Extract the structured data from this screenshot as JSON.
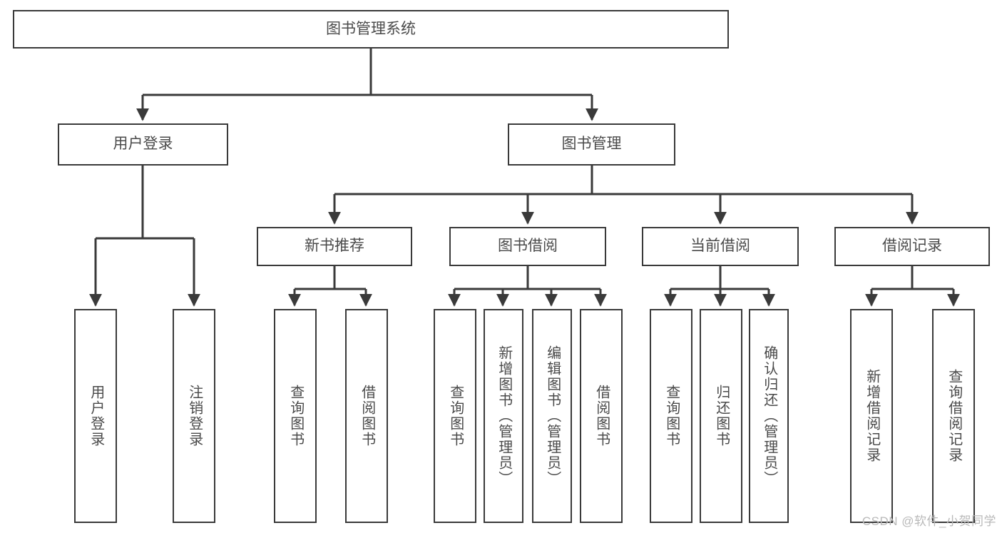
{
  "diagram": {
    "title": "图书管理系统",
    "type": "功能结构图",
    "root": {
      "id": "root",
      "label": "图书管理系统"
    },
    "level1": [
      {
        "id": "user-login",
        "label": "用户登录"
      },
      {
        "id": "book-manage",
        "label": "图书管理"
      }
    ],
    "level2": [
      {
        "id": "new-book-recommend",
        "label": "新书推荐",
        "parent": "book-manage"
      },
      {
        "id": "book-borrow",
        "label": "图书借阅",
        "parent": "book-manage"
      },
      {
        "id": "current-borrow",
        "label": "当前借阅",
        "parent": "book-manage"
      },
      {
        "id": "borrow-record",
        "label": "借阅记录",
        "parent": "book-manage"
      }
    ],
    "leaves": [
      {
        "id": "leaf-user-login",
        "label": "用户登录",
        "parent": "user-login"
      },
      {
        "id": "leaf-logout-login",
        "label": "注销登录",
        "parent": "user-login"
      },
      {
        "id": "leaf-query-book-1",
        "label": "查询图书",
        "parent": "new-book-recommend"
      },
      {
        "id": "leaf-borrow-book-1",
        "label": "借阅图书",
        "parent": "new-book-recommend"
      },
      {
        "id": "leaf-query-book-2",
        "label": "查询图书",
        "parent": "book-borrow"
      },
      {
        "id": "leaf-add-book",
        "label": "新增图书（管理员）",
        "parent": "book-borrow"
      },
      {
        "id": "leaf-edit-book",
        "label": "编辑图书（管理员）",
        "parent": "book-borrow"
      },
      {
        "id": "leaf-borrow-book-2",
        "label": "借阅图书",
        "parent": "book-borrow"
      },
      {
        "id": "leaf-query-book-3",
        "label": "查询图书",
        "parent": "current-borrow"
      },
      {
        "id": "leaf-return-book",
        "label": "归还图书",
        "parent": "current-borrow"
      },
      {
        "id": "leaf-confirm-return",
        "label": "确认归还（管理员）",
        "parent": "current-borrow"
      },
      {
        "id": "leaf-add-record",
        "label": "新增借阅记录",
        "parent": "borrow-record"
      },
      {
        "id": "leaf-query-record",
        "label": "查询借阅记录",
        "parent": "borrow-record"
      }
    ],
    "colors": {
      "border": "#3a3a3a",
      "text": "#4a4a4a",
      "background": "#ffffff",
      "watermark": "#b9b9b9"
    }
  },
  "watermark": {
    "text": "CSDN @软件_小贺同学"
  }
}
